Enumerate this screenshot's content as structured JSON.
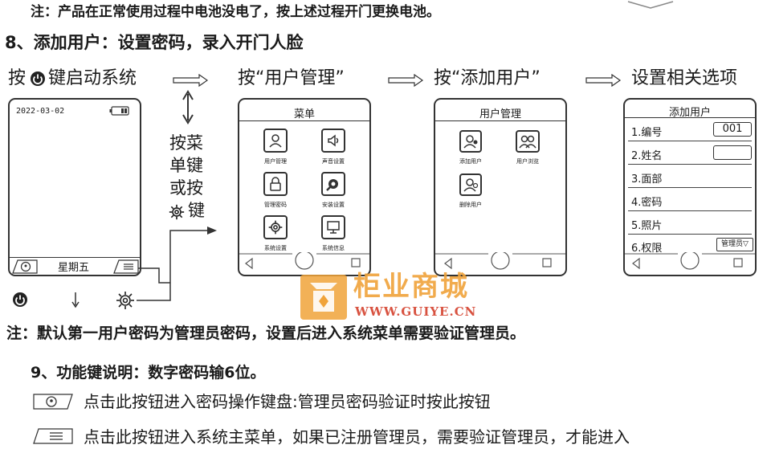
{
  "note_top": "注：产品在正常使用过程中电池没电了，按上述过程开门更换电池。",
  "section8_title": "8、添加用户：设置密码，录入开门人脸",
  "flow": {
    "step1_prefix": "按",
    "step1_suffix": "键启动系统",
    "step2": "按“用户管理”",
    "step3": "按“添加用户”",
    "step4": "设置相关选项"
  },
  "side_text": [
    "按菜",
    "单键",
    "或按",
    "键"
  ],
  "phone1": {
    "date": "2022-03-02",
    "weekday": "星期五"
  },
  "phone2": {
    "title": "菜单",
    "items": [
      "用户管理",
      "声音设置",
      "管理密码",
      "安装设置",
      "系统设置",
      "系统信息"
    ]
  },
  "phone3": {
    "title": "用户管理",
    "items": [
      "添加用户",
      "用户浏览",
      "删除用户"
    ]
  },
  "phone4": {
    "title": "添加用户",
    "options": [
      "1.编号",
      "2.姓名",
      "3.面部",
      "4.密码",
      "5.照片",
      "6.权限"
    ],
    "id_value": "001",
    "role_value": "管理员▽"
  },
  "watermark": {
    "name": "柜业商城",
    "url": "WWW.GUIYE.CN"
  },
  "note_bottom": "注：默认第一用户密码为管理员密码，设置后进入系统菜单需要验证管理员。",
  "section9_title": "9、功能键说明：数字密码输6位。",
  "key_desc_1": "点击此按钮进入密码操作键盘:管理员密码验证时按此按钮",
  "key_desc_2": "点击此按钮进入系统主菜单，如果已注册管理员，需要验证管理员，才能进入",
  "colors": {
    "ink": "#1a1a1a",
    "watermark_orange": "#f0a33a",
    "watermark_red": "#d4402c"
  }
}
